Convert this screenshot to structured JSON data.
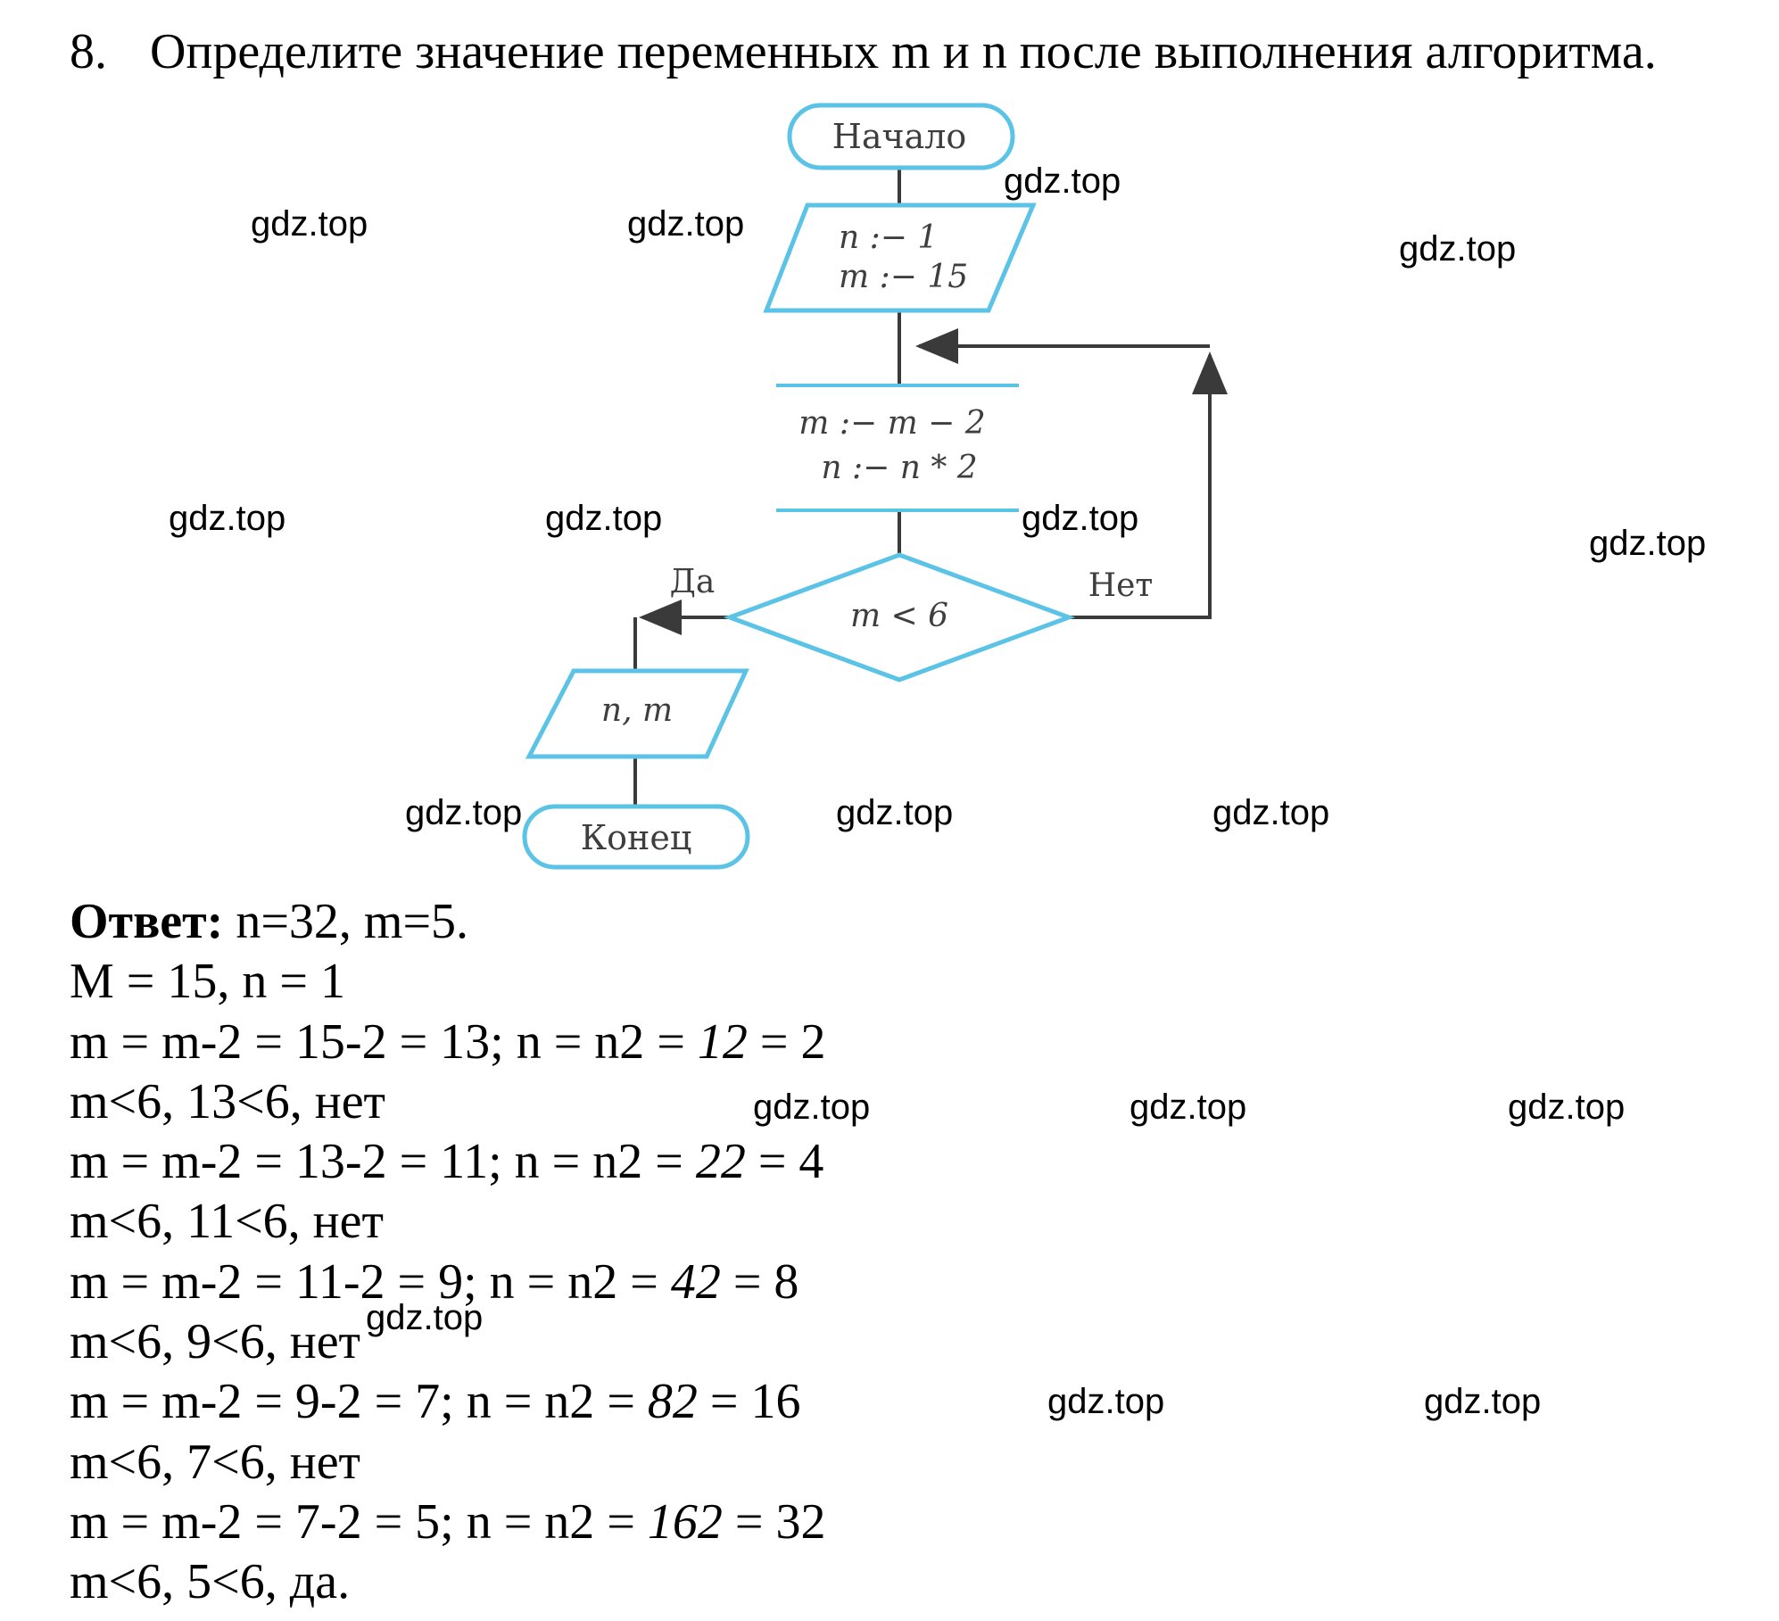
{
  "task": {
    "number": "8.",
    "text": "Определите значение переменных m и n после выполнения алгоритма."
  },
  "flowchart": {
    "start": "Начало",
    "init_n": "n :− 1",
    "init_m": "m :− 15",
    "step_m": "m :− m − 2",
    "step_n": "n :− n * 2",
    "condition": "m < 6",
    "yes": "Да",
    "no": "Нет",
    "output": "n, m",
    "end": "Конец",
    "stroke_color": "#5bc3e6",
    "line_color": "#3a3a3a"
  },
  "watermark": "gdz.top",
  "solution": {
    "answer_label": "Ответ:",
    "answer_value": " n=32, m=5.",
    "init": "M = 15, n = 1",
    "iterations": [
      {
        "calc_a": "m = m-2 = 15-2 = 13; n = n2 ",
        "calc_b": " = ",
        "calc_it": "12",
        "calc_c": " = 2",
        "check": "m<6, 13<6, нет"
      },
      {
        "calc_a": "m = m-2 = 13-2 = 11; n = n2 ",
        "calc_b": " = ",
        "calc_it": "22",
        "calc_c": " = 4",
        "check": "m<6, 11<6, нет"
      },
      {
        "calc_a": "m = m-2 = 11-2 = 9; n = n2 ",
        "calc_b": " = ",
        "calc_it": "42",
        "calc_c": " = 8",
        "check": "m<6, 9<6, нет"
      },
      {
        "calc_a": "m = m-2 = 9-2 = 7; n = n2 ",
        "calc_b": " = ",
        "calc_it": "82",
        "calc_c": " = 16",
        "check": "m<6, 7<6, нет"
      },
      {
        "calc_a": "m = m-2 = 7-2 = 5; n = n2 ",
        "calc_b": " = ",
        "calc_it": "162",
        "calc_c": " = 32",
        "check": "m<6, 5<6, да."
      }
    ]
  }
}
